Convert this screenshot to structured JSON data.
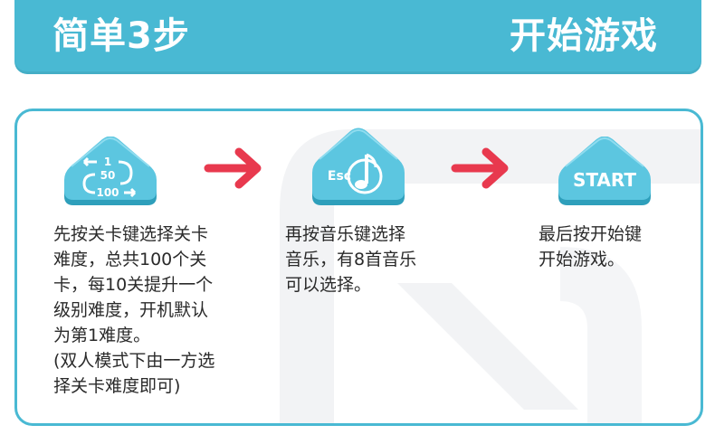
{
  "header": {
    "left_title": "简单3步",
    "right_title": "开始游戏"
  },
  "steps": [
    {
      "button_label_top": "1",
      "button_label_mid": "50",
      "button_label_bottom": "100",
      "lines": [
        "先按关卡键选择关卡",
        "难度，总共100个关",
        "卡，每10关提升一个",
        "级别难度，开机默认",
        "为第1难度。",
        "(双人模式下由一方选",
        "择关卡难度即可)"
      ]
    },
    {
      "button_label": "Esc",
      "lines": [
        "再按音乐键选择",
        "音乐，有8首音乐",
        "可以选择。"
      ]
    },
    {
      "button_label": "START",
      "lines": [
        "最后按开始键",
        "开始游戏。"
      ]
    }
  ],
  "colors": {
    "accent": "#49b9d3",
    "button_light": "#5cc6e0",
    "button_dark": "#2e9fbb",
    "arrow": "#e8394e"
  }
}
